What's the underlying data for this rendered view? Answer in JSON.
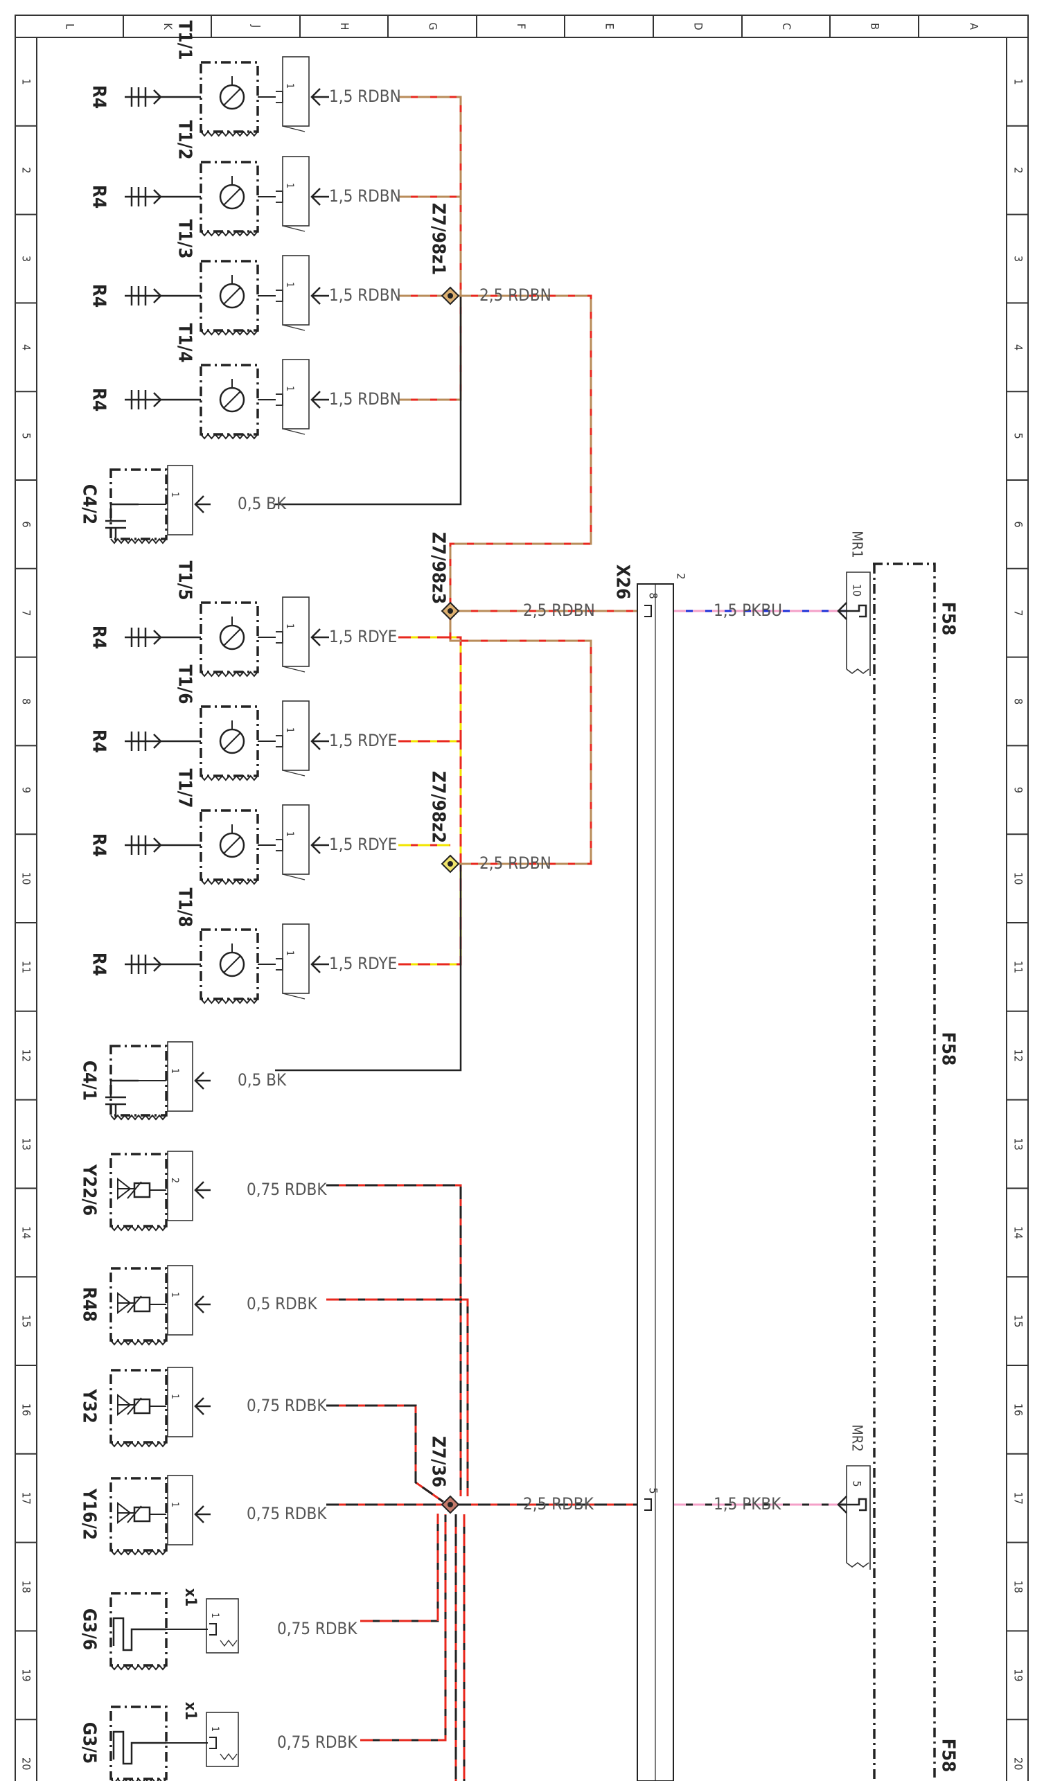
{
  "frame": {
    "col_labels": [
      "L",
      "K",
      "J",
      "H",
      "G",
      "F",
      "E",
      "D",
      "C",
      "B",
      "A"
    ],
    "row_labels": [
      "1",
      "2",
      "3",
      "4",
      "5",
      "6",
      "7",
      "8",
      "9",
      "10",
      "11",
      "12",
      "13",
      "14",
      "15",
      "16",
      "17",
      "18",
      "19",
      "20"
    ]
  },
  "components": [
    {
      "id": "T1/1",
      "type": "lamp",
      "ref": "R4",
      "pin": "1",
      "wire": "1,5 RDBN"
    },
    {
      "id": "T1/2",
      "type": "lamp",
      "ref": "R4",
      "pin": "1",
      "wire": "1,5 RDBN"
    },
    {
      "id": "T1/3",
      "type": "lamp",
      "ref": "R4",
      "pin": "1",
      "wire": "1,5 RDBN"
    },
    {
      "id": "T1/4",
      "type": "lamp",
      "ref": "R4",
      "pin": "1",
      "wire": "1,5 RDBN"
    },
    {
      "id": "C4/2",
      "type": "cap",
      "pin": "1",
      "wire": "0,5 BK"
    },
    {
      "id": "T1/5",
      "type": "lamp",
      "ref": "R4",
      "pin": "1",
      "wire": "1,5 RDYE"
    },
    {
      "id": "T1/6",
      "type": "lamp",
      "ref": "R4",
      "pin": "1",
      "wire": "1,5 RDYE"
    },
    {
      "id": "T1/7",
      "type": "lamp",
      "ref": "R4",
      "pin": "1",
      "wire": "1,5 RDYE"
    },
    {
      "id": "T1/8",
      "type": "lamp",
      "ref": "R4",
      "pin": "1",
      "wire": "1,5 RDYE"
    },
    {
      "id": "C4/1",
      "type": "cap",
      "pin": "1",
      "wire": "0,5 BK"
    },
    {
      "id": "Y22/6",
      "type": "valve",
      "pin": "2",
      "wire": "0,75 RDBK"
    },
    {
      "id": "R48",
      "type": "valve",
      "pin": "1",
      "wire": "0,5 RDBK"
    },
    {
      "id": "Y32",
      "type": "valve",
      "pin": "1",
      "wire": "0,75 RDBK"
    },
    {
      "id": "Y16/2",
      "type": "valve",
      "pin": "1",
      "wire": "0,75 RDBK"
    },
    {
      "id": "G3/6",
      "type": "sensor",
      "ref": "x1",
      "pin": "1",
      "wire": "0,75 RDBK"
    },
    {
      "id": "G3/5",
      "type": "sensor",
      "ref": "x1",
      "pin": "1",
      "wire": "0,75 RDBK"
    }
  ],
  "splices": {
    "z1": "Z7/98z1",
    "z3": "Z7/98z3",
    "z2": "Z7/98z2",
    "z36": "Z7/36"
  },
  "trunk_wires": {
    "w1": "2,5 RDBN",
    "w2": "2,5 RDBN",
    "w3": "2,5 RDBN",
    "w4": "2,5 RDBK"
  },
  "connector_x26": {
    "name": "X26",
    "pin_count": "2",
    "pin_a": "8",
    "pin_b": "5"
  },
  "mr_wires": {
    "pkbu": "1,5 PKBU",
    "pkbk": "1,5 PKBK"
  },
  "mr1": {
    "name": "MR1",
    "pin": "10"
  },
  "mr2": {
    "name": "MR2",
    "pin": "5"
  },
  "f58": {
    "label": "F58"
  },
  "colors": {
    "red": "#e8281e",
    "brown": "#b98c5a",
    "yellow": "#f2e500",
    "black": "#222222",
    "blue": "#1e2fd6",
    "pink": "#f4a0c8",
    "grey": "#555555"
  }
}
